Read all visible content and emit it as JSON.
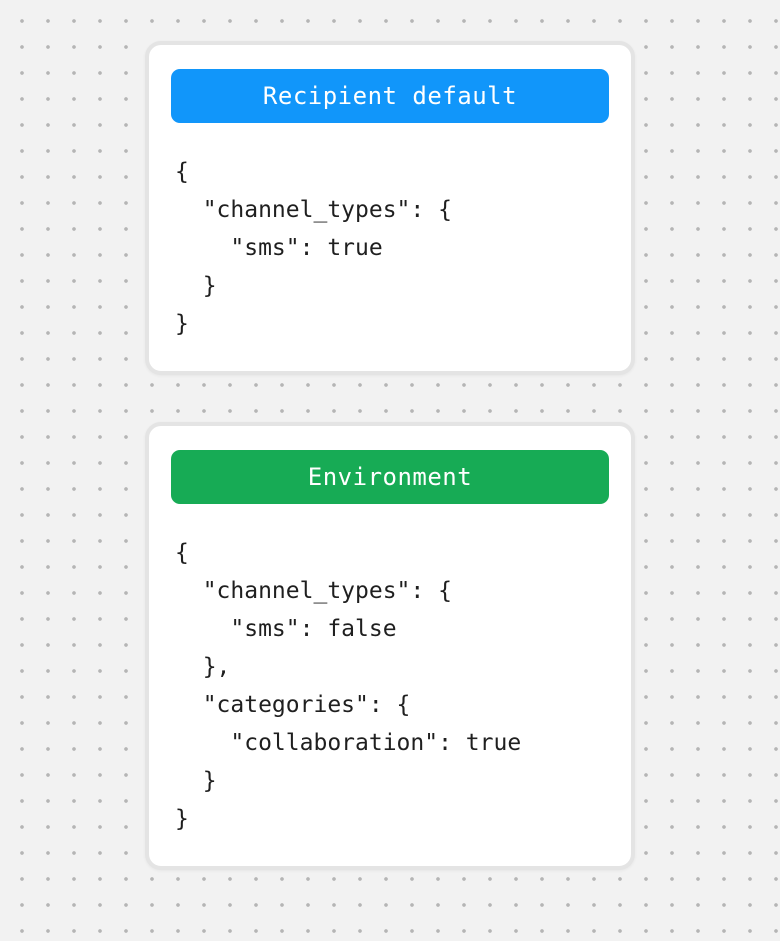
{
  "colors": {
    "page_background": "#f2f2f2",
    "dot": "#b5b5b5",
    "card_border": "#e4e4e4",
    "card_background": "#ffffff",
    "code_text": "#1f1f1f",
    "header_text": "#ffffff",
    "recipient_default_accent": "#1196fa",
    "environment_accent": "#17ab55"
  },
  "cards": [
    {
      "title": "Recipient default",
      "accent": "#1196fa",
      "code": "{\n  \"channel_types\": {\n    \"sms\": true\n  }\n}"
    },
    {
      "title": "Environment",
      "accent": "#17ab55",
      "code": "{\n  \"channel_types\": {\n    \"sms\": false\n  },\n  \"categories\": {\n    \"collaboration\": true\n  }\n}"
    }
  ]
}
